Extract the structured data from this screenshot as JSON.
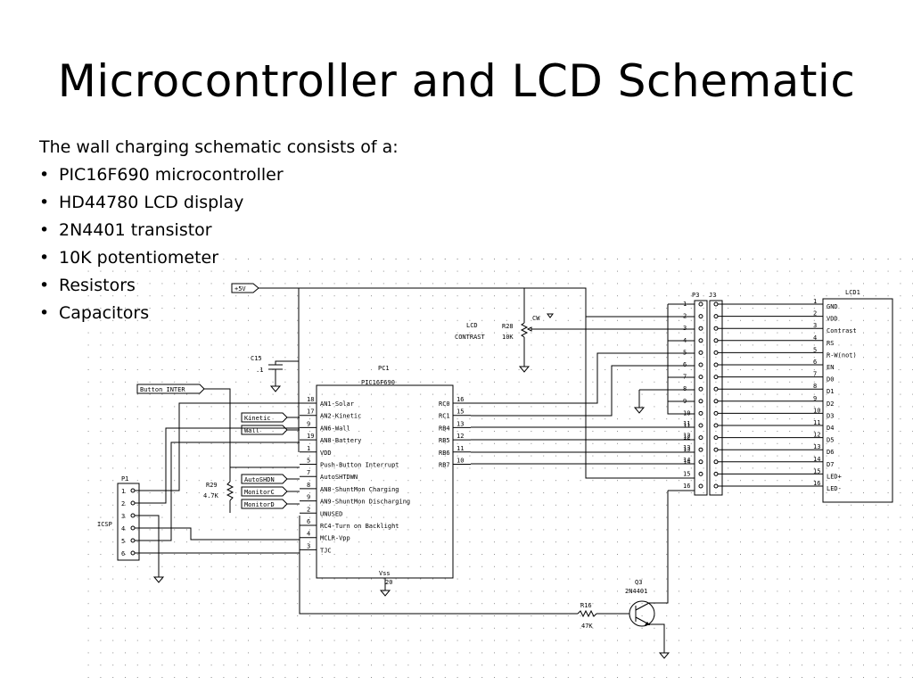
{
  "slide": {
    "title": "Microcontroller and LCD Schematic",
    "intro": "The wall charging schematic consists of a:",
    "bullets": [
      "PIC16F690 microcontroller",
      "HD44780 LCD display",
      "2N4401 transistor",
      "10K potentiometer",
      "Resistors",
      "Capacitors"
    ]
  },
  "schematic": {
    "power_flag": "+5V",
    "c15": {
      "ref": "C15",
      "value": ".1"
    },
    "button_flag": "Button INTER",
    "pc1": {
      "ref": "PC1",
      "part": "PIC16F690",
      "vss": "Vss",
      "vss_pin": "20"
    },
    "pc1_left_pins": [
      {
        "num": "18",
        "label": "AN1-Solar"
      },
      {
        "num": "17",
        "label": "AN2-Kinetic"
      },
      {
        "num": "9",
        "label": "AN6-Wall"
      },
      {
        "num": "19",
        "label": "AN8-Battery"
      },
      {
        "num": "1",
        "label": "VDD"
      },
      {
        "num": "5",
        "label": "Push-Button Interrupt"
      },
      {
        "num": "7",
        "label": "AutoSHTDWN"
      },
      {
        "num": "8",
        "label": "AN8-ShuntMon Charging"
      },
      {
        "num": "9",
        "label": "AN9-ShuntMon Discharging"
      },
      {
        "num": "2",
        "label": "UNUSED"
      },
      {
        "num": "6",
        "label": "RC4-Turn on Backlight"
      },
      {
        "num": "4",
        "label": "MCLR-Vpp"
      },
      {
        "num": "3",
        "label": "TJC"
      }
    ],
    "pc1_right_pins": [
      {
        "num": "16",
        "label": "RC0"
      },
      {
        "num": "15",
        "label": "RC1"
      },
      {
        "num": "13",
        "label": "RB4"
      },
      {
        "num": "12",
        "label": "RB5"
      },
      {
        "num": "11",
        "label": "RB6"
      },
      {
        "num": "10",
        "label": "RB7"
      }
    ],
    "net_flags": [
      "Kinetic",
      "Wall",
      "AutoSHDN",
      "MonitorC",
      "MonitorD"
    ],
    "r28": {
      "ref": "R28",
      "value": "10K",
      "caption_line1": "LCD",
      "caption_line2": "CONTRAST",
      "wiper": "CW"
    },
    "r29": {
      "ref": "R29",
      "value": "4.7K"
    },
    "r16": {
      "ref": "R16",
      "value": "47K"
    },
    "q3": {
      "ref": "Q3",
      "part": "2N4401"
    },
    "p1": {
      "ref": "P1",
      "caption": "ICSP",
      "pins": [
        "1",
        "2",
        "3",
        "4",
        "5",
        "6"
      ]
    },
    "p3_ref": "P3",
    "j3_ref": "J3",
    "connector_pins": [
      "1",
      "2",
      "3",
      "4",
      "5",
      "6",
      "7",
      "8",
      "9",
      "10",
      "11",
      "12",
      "13",
      "14",
      "15",
      "16"
    ],
    "lcd": {
      "ref": "LCD1",
      "pins": [
        {
          "num": "1",
          "label": "GND"
        },
        {
          "num": "2",
          "label": "VDD"
        },
        {
          "num": "3",
          "label": "Contrast"
        },
        {
          "num": "4",
          "label": "RS"
        },
        {
          "num": "5",
          "label": "R-W(not)"
        },
        {
          "num": "6",
          "label": "EN"
        },
        {
          "num": "7",
          "label": "D0"
        },
        {
          "num": "8",
          "label": "D1"
        },
        {
          "num": "9",
          "label": "D2"
        },
        {
          "num": "10",
          "label": "D3"
        },
        {
          "num": "11",
          "label": "D4"
        },
        {
          "num": "12",
          "label": "D5"
        },
        {
          "num": "13",
          "label": "D6"
        },
        {
          "num": "14",
          "label": "D7"
        },
        {
          "num": "15",
          "label": "LED+"
        },
        {
          "num": "16",
          "label": "LED-"
        }
      ]
    },
    "rb_net_pins": [
      "11",
      "12",
      "13",
      "14"
    ]
  }
}
